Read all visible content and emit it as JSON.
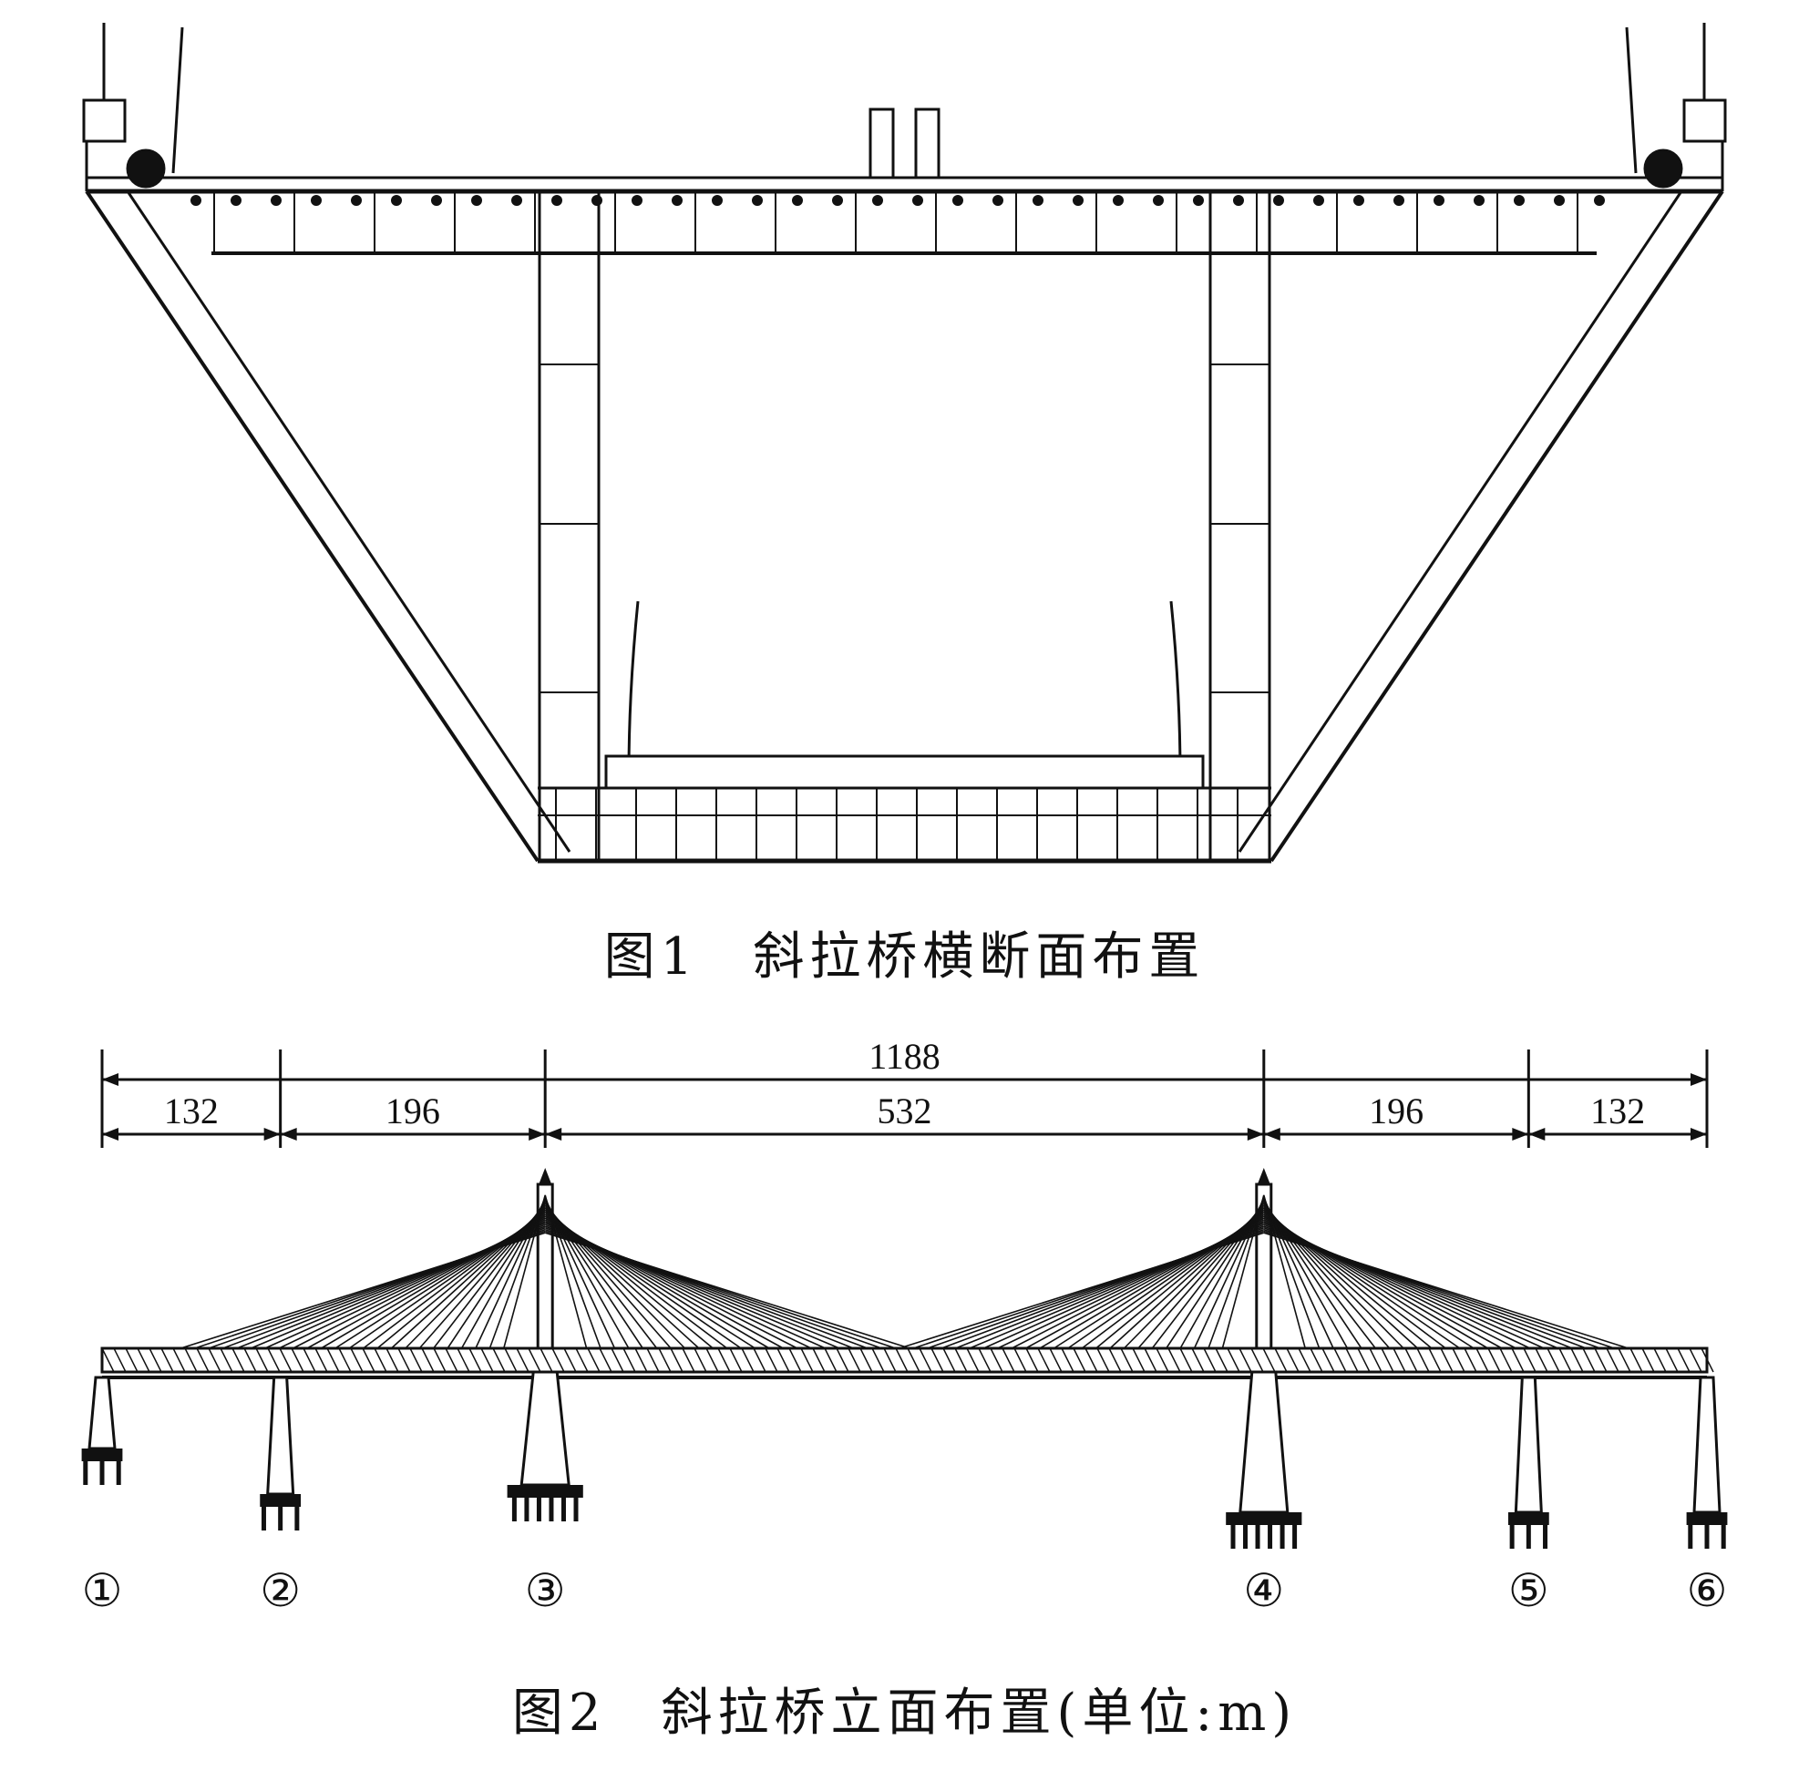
{
  "figure1": {
    "caption_number": "图1",
    "caption_text": "斜拉桥横断面布置"
  },
  "figure2": {
    "caption_number": "图2",
    "caption_text": "斜拉桥立面布置(单位:m)",
    "total_span": "1188",
    "spans": [
      "132",
      "196",
      "532",
      "196",
      "132"
    ],
    "piers": [
      "①",
      "②",
      "③",
      "④",
      "⑤",
      "⑥"
    ]
  }
}
